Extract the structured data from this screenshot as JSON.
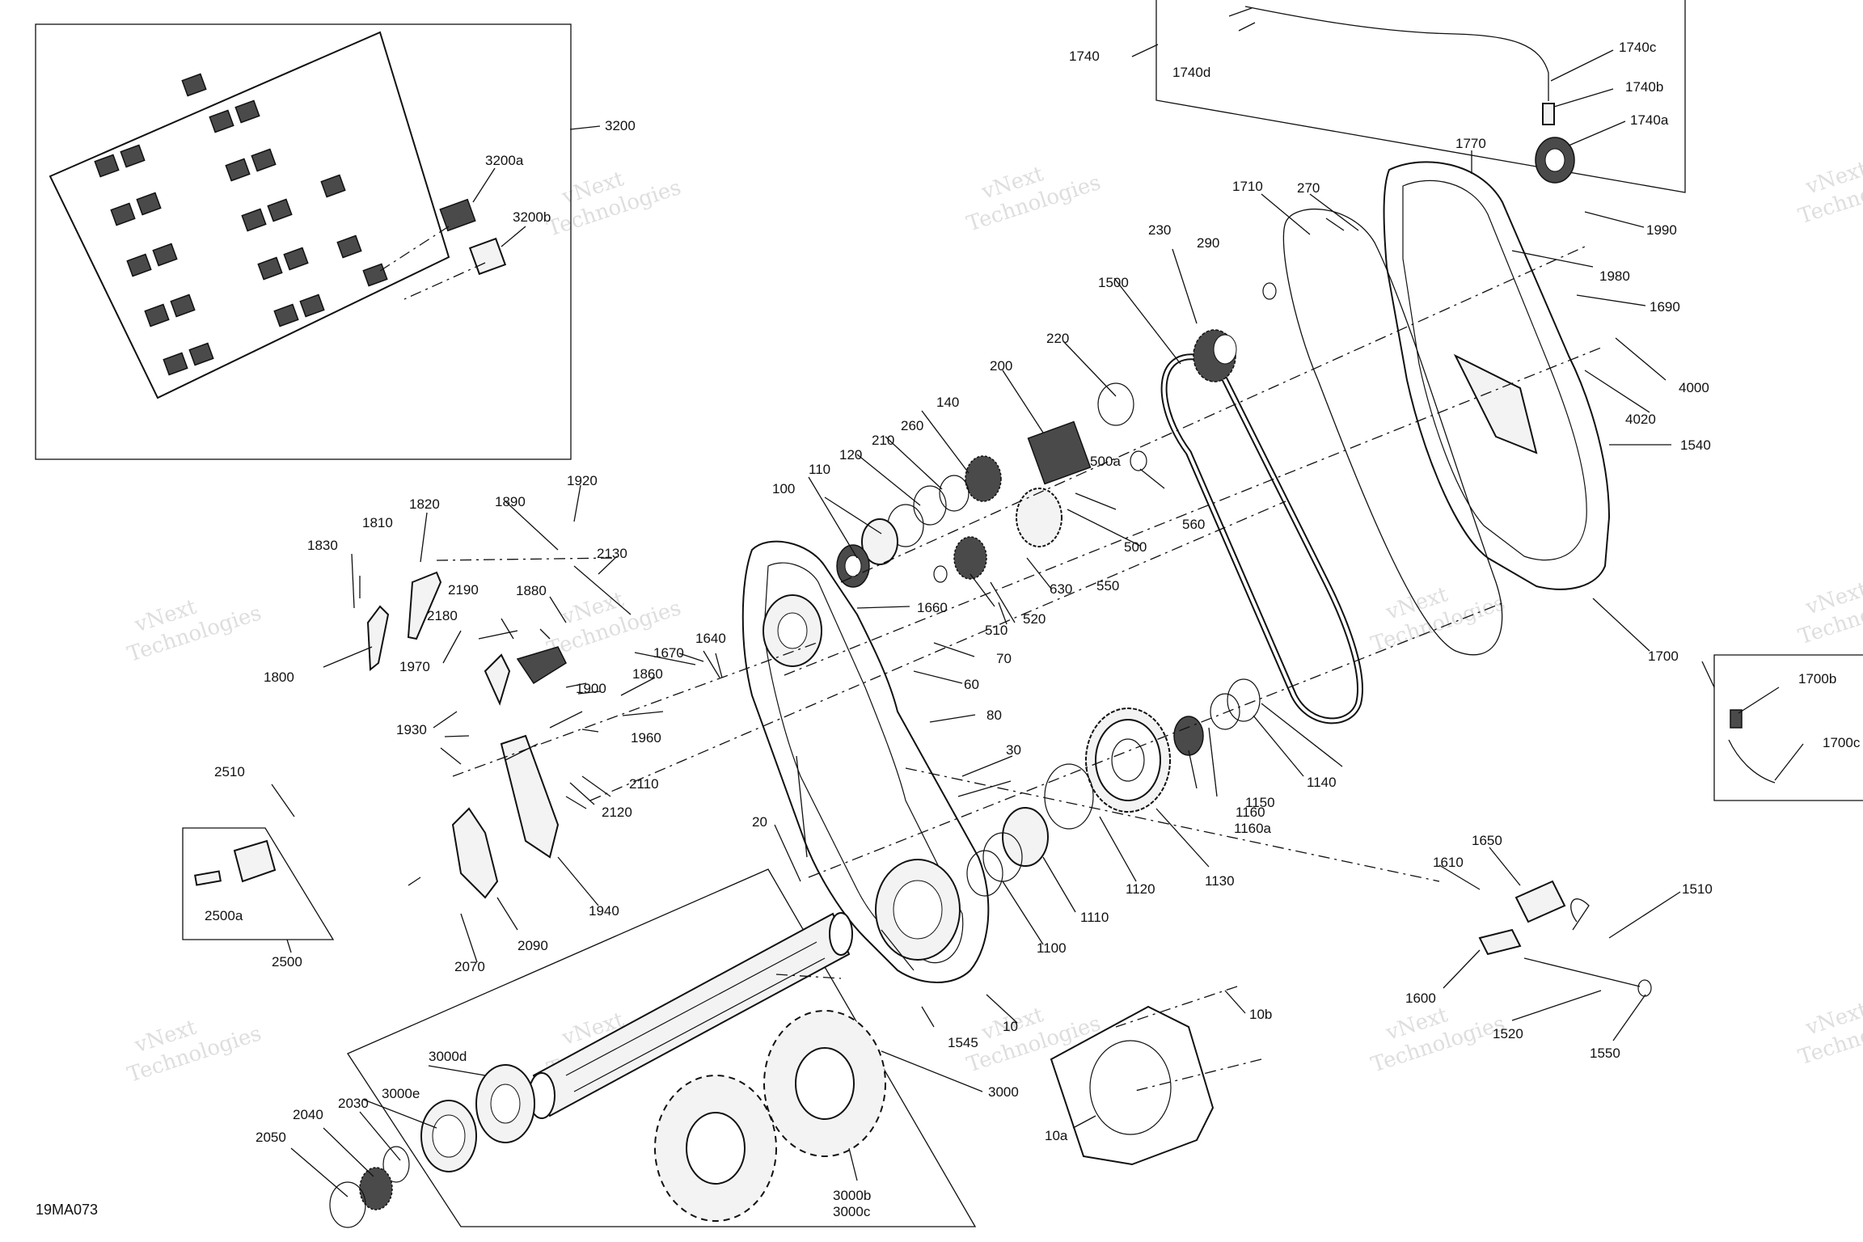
{
  "diagram": {
    "figure_code": "19MA073",
    "watermark_line1": "vNext",
    "watermark_line2": "Technologies",
    "part_labels": [
      "3200",
      "3200a",
      "3200b",
      "1740",
      "1740d",
      "1740c",
      "1740b",
      "1740a",
      "1770",
      "1710",
      "270",
      "1990",
      "1980",
      "290",
      "230",
      "1690",
      "1500",
      "4000",
      "220",
      "4020",
      "200",
      "1540",
      "140",
      "260",
      "500a",
      "210",
      "120",
      "110",
      "560",
      "100",
      "500",
      "1920",
      "1820",
      "1890",
      "1810",
      "2130",
      "1830",
      "630",
      "550",
      "1880",
      "2190",
      "1660",
      "2180",
      "510",
      "520",
      "1860",
      "1640",
      "1670",
      "70",
      "1800",
      "1970",
      "1900",
      "60",
      "80",
      "1960",
      "1930",
      "2110",
      "30",
      "2120",
      "2510",
      "1700",
      "1700b",
      "1700c",
      "1160",
      "1160a",
      "1150",
      "1140",
      "1940",
      "2500a",
      "2090",
      "2070",
      "20",
      "2500",
      "1120",
      "1130",
      "1110",
      "1100",
      "1650",
      "1610",
      "1510",
      "1600",
      "1545",
      "1520",
      "1550",
      "3000d",
      "10",
      "10b",
      "3000e",
      "3000",
      "2040",
      "2030",
      "2050",
      "10a",
      "3000b",
      "3000c"
    ]
  }
}
